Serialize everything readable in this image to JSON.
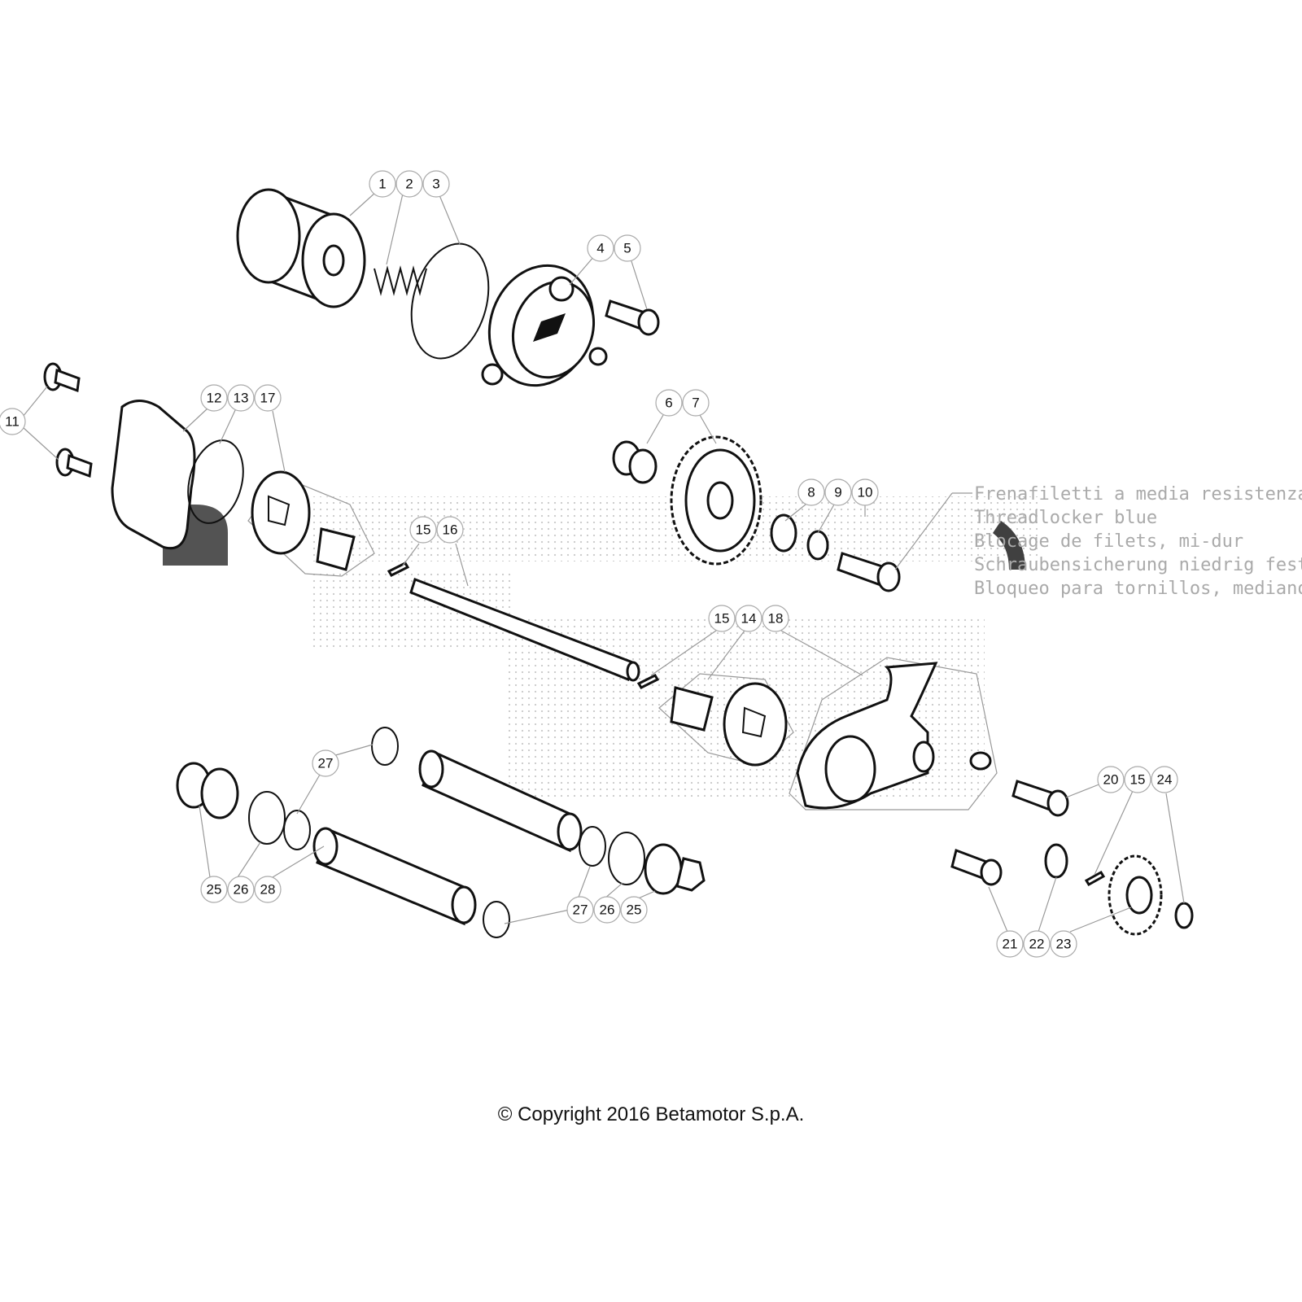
{
  "callouts": [
    "1",
    "2",
    "3",
    "4",
    "5",
    "6",
    "7",
    "8",
    "9",
    "10",
    "11",
    "12",
    "13",
    "17",
    "15",
    "16",
    "15",
    "14",
    "18",
    "20",
    "15",
    "24",
    "27",
    "25",
    "26",
    "28",
    "27",
    "26",
    "25",
    "21",
    "22",
    "23"
  ],
  "note": {
    "lines": [
      "Frenafiletti a media resistenza",
      "Threadlocker blue",
      "Blocage de filets, mi-dur",
      "Schraubensicherung niedrig fest",
      "Bloqueo para tornillos, mediano"
    ]
  },
  "watermark": "Betamotor",
  "copyright": "© Copyright 2016 Betamotor S.p.A."
}
